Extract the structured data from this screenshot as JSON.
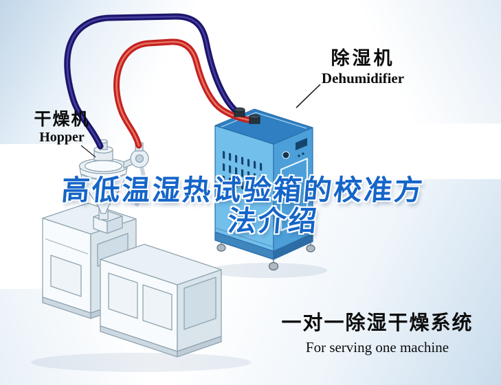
{
  "labels": {
    "hopper_zh": "干燥机",
    "hopper_en": "Hopper",
    "dehumidifier_zh": "除湿机",
    "dehumidifier_en": "Dehumidifier"
  },
  "watermark": {
    "line1": "高低温湿热试验箱的校准方",
    "line2": "法介绍"
  },
  "caption": {
    "zh": "一对一除湿干燥系统",
    "en": "For serving one machine"
  },
  "colors": {
    "pipe_red": "#c32220",
    "pipe_navy": "#1c156b",
    "machine_blue_light": "#72bfec",
    "machine_blue_mid": "#4c9fd9",
    "machine_blue_dark": "#2f7fc2",
    "watermark_blue": "#1565c8",
    "label_text": "#0c0c0c",
    "background_tint": "#bcd5eb"
  },
  "icons": {
    "hopper": "cone-funnel-shape",
    "blower": "circle-fan-shape",
    "dehumidifier": "isometric-blue-cabinet",
    "extruder": "isometric-white-machine",
    "red_hose": "curved-red-pipe",
    "blue_hose": "curved-navy-pipe"
  }
}
